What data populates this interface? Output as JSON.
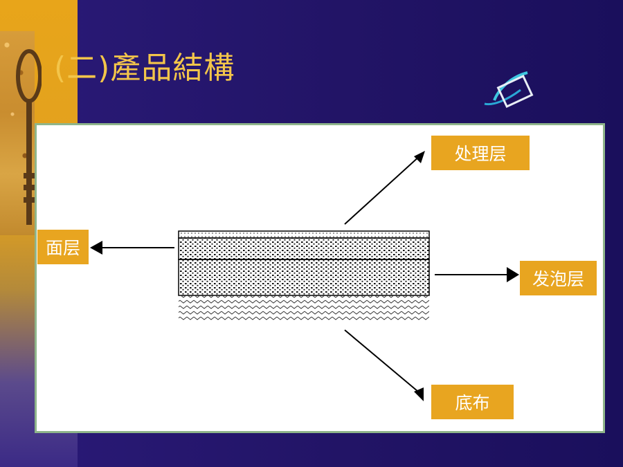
{
  "title": "(二)產品結構",
  "logo": {
    "name": "",
    "subtext": ""
  },
  "labels": {
    "treatment_layer": "处理层",
    "surface_layer": "面层",
    "foam_layer": "发泡层",
    "backing_cloth": "底布"
  },
  "colors": {
    "background": "#221466",
    "accent": "#e8a520",
    "title": "#f3c54a",
    "panel_border": "#8fb58a"
  }
}
